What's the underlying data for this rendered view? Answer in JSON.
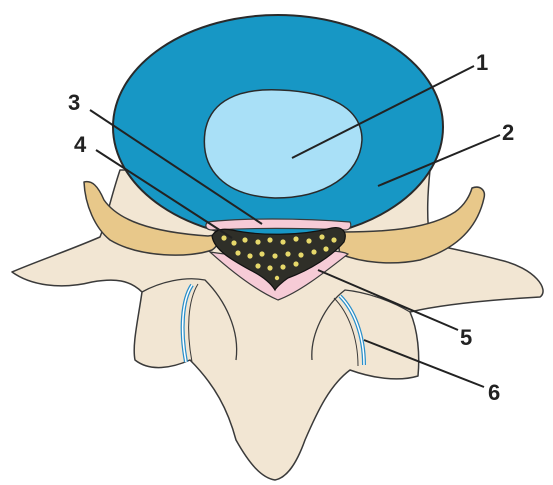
{
  "labels": {
    "l1": "1",
    "l2": "2",
    "l3": "3",
    "l4": "4",
    "l5": "5",
    "l6": "6"
  },
  "colors": {
    "bone": "#f2e6d3",
    "bone_outline": "#3a3a3a",
    "annulus": "#1797c5",
    "nucleus": "#a9e0f7",
    "ligament": "#e8c88a",
    "spinal_cord": "#2f2f28",
    "cord_dots": "#e6d86a",
    "dura": "#f6cbd6",
    "joint_blue": "#2a8fc9"
  }
}
